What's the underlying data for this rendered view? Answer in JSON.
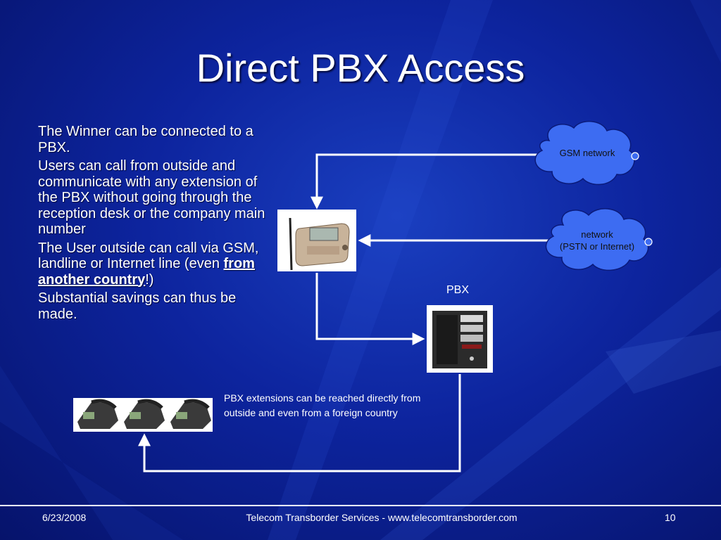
{
  "slide": {
    "title": "Direct PBX Access",
    "bullets": [
      "The Winner can be connected to a PBX.",
      "Users can call from outside and communicate with any extension of the PBX without going through the reception desk or the company main number"
    ],
    "bullet3_before": "The User outside can call via GSM, landline or Internet line (even ",
    "bullet3_emphasis": "from another country",
    "bullet3_after": "!)",
    "bullet4": "Substantial savings can thus be made."
  },
  "diagram": {
    "gsm_cloud_label": "GSM network",
    "net_cloud_line1": "network",
    "net_cloud_line2": "(PSTN or Internet)",
    "pbx_label": "PBX",
    "extensions_caption": "PBX extensions can be reached directly from outside and even from a foreign country"
  },
  "footer": {
    "date": "6/23/2008",
    "center": "Telecom Transborder Services - www.telecomtransborder.com",
    "page": "10"
  },
  "colors": {
    "background": "#0d249e",
    "cloud_fill": "#3d6cf2",
    "text": "#ffffff"
  }
}
